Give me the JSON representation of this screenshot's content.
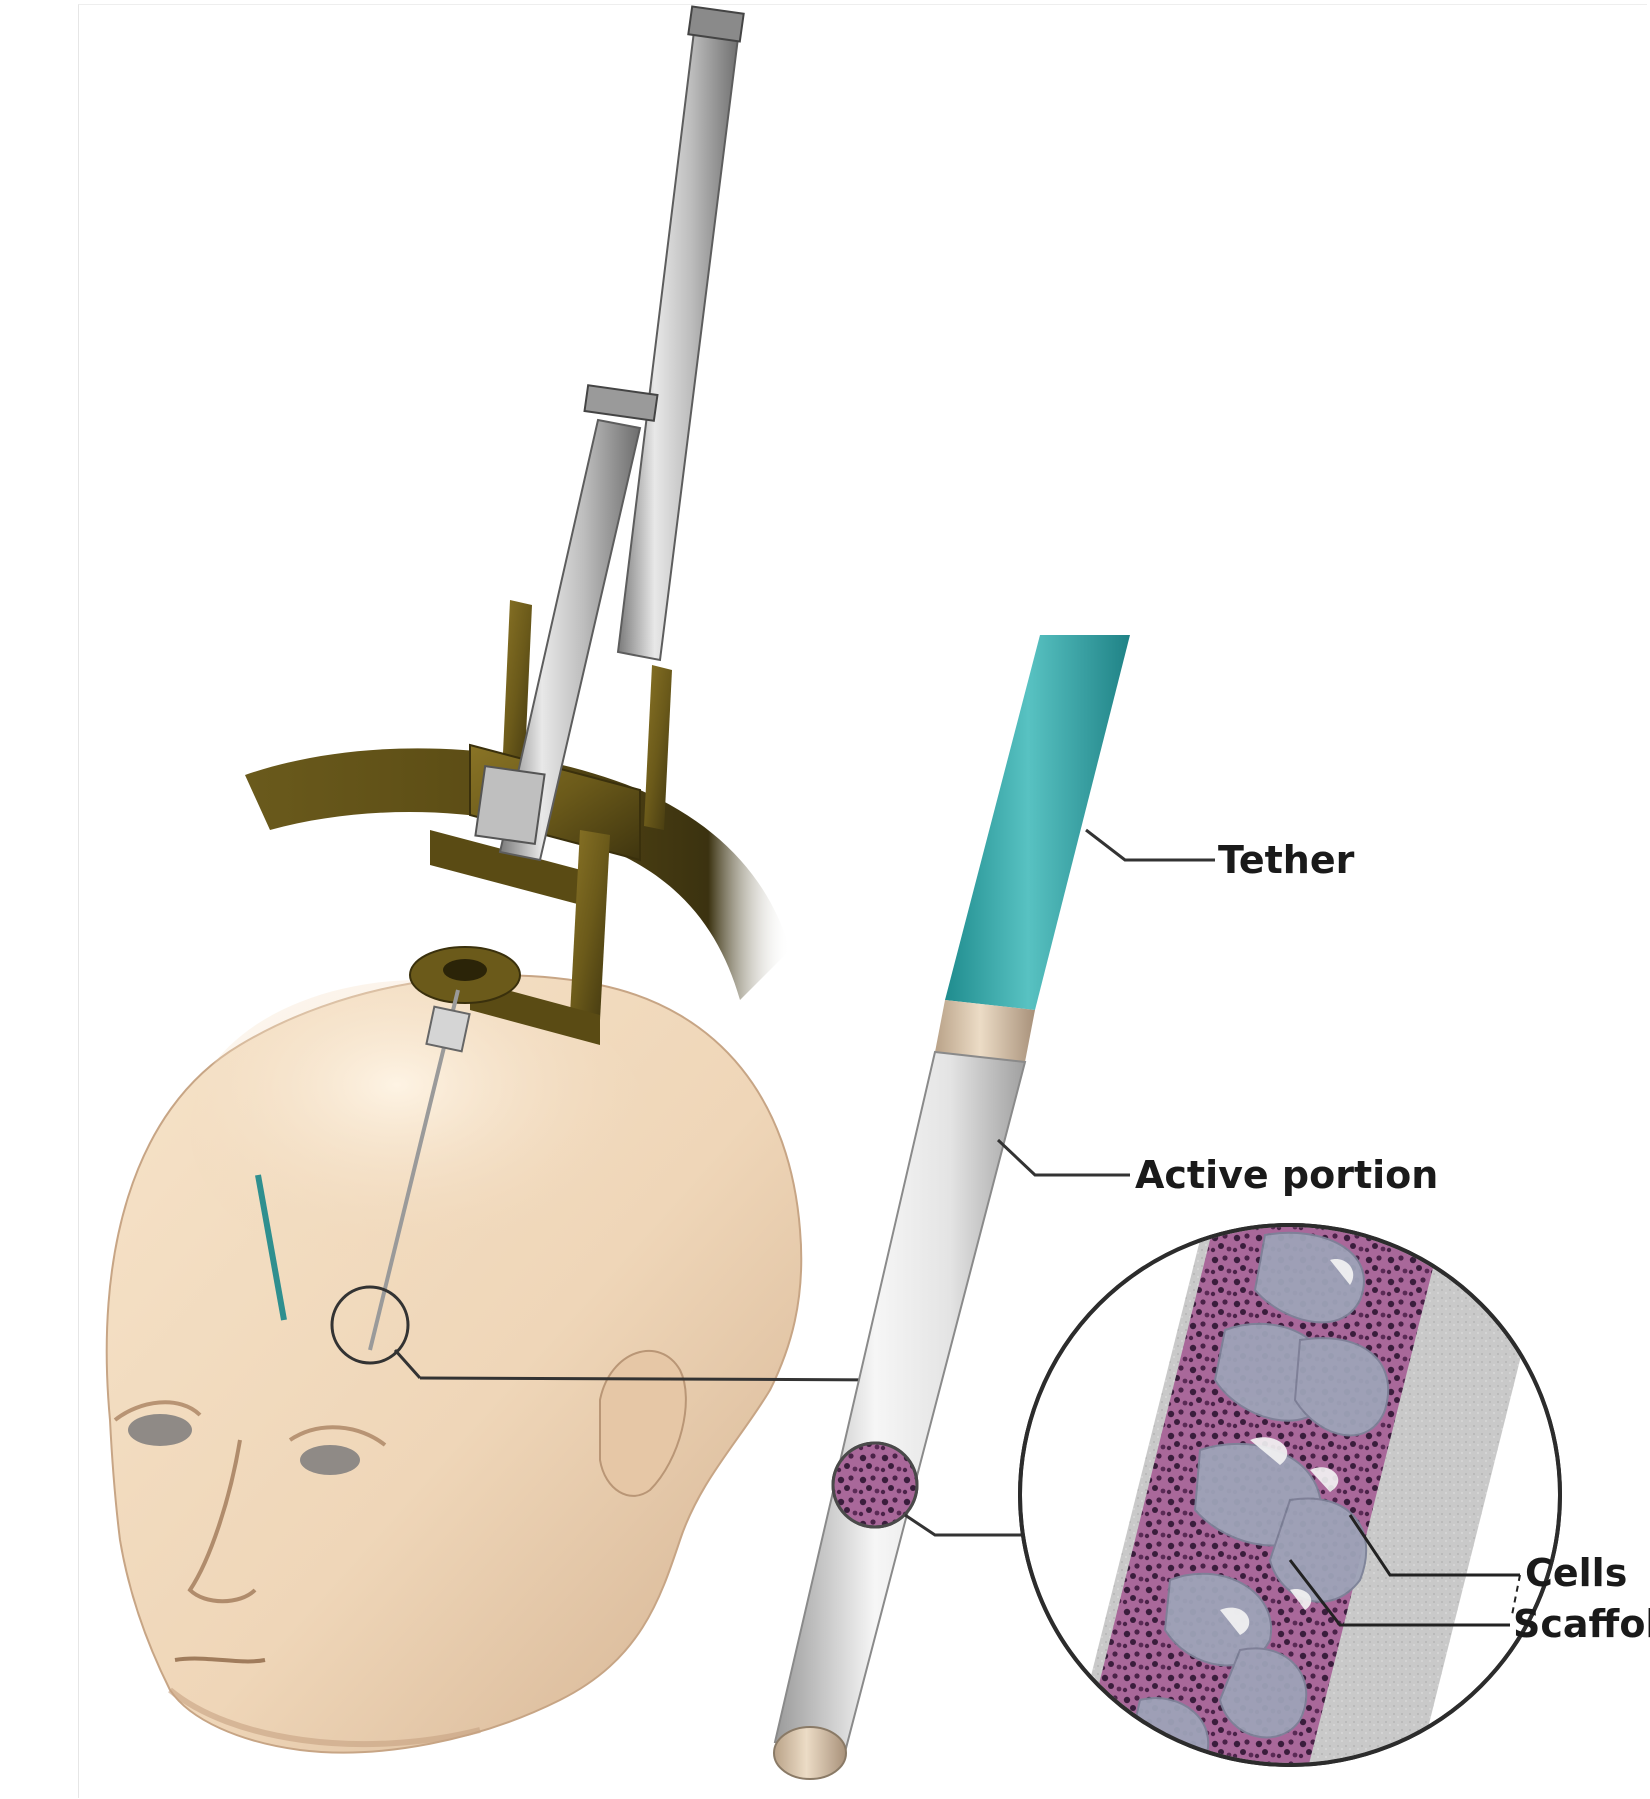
{
  "labels": {
    "tether": "Tether",
    "active_portion": "Active portion",
    "cells": "Cells",
    "scaffold": "Scaffol"
  },
  "colors": {
    "skin": "#efd6b8",
    "skin_shadow": "#c9a888",
    "tether_teal": "#3aa6a8",
    "frame_olive": "#6b5a1a",
    "tube_grey": "#e6e6e6",
    "tissue_purple": "#b06aa0",
    "scaffold_grey": "#9aa0b4"
  },
  "icons": {
    "head": "human-head",
    "injector": "stereotactic-injector",
    "implant": "tubular-implant",
    "magnifier": "magnified-tissue-inset"
  }
}
